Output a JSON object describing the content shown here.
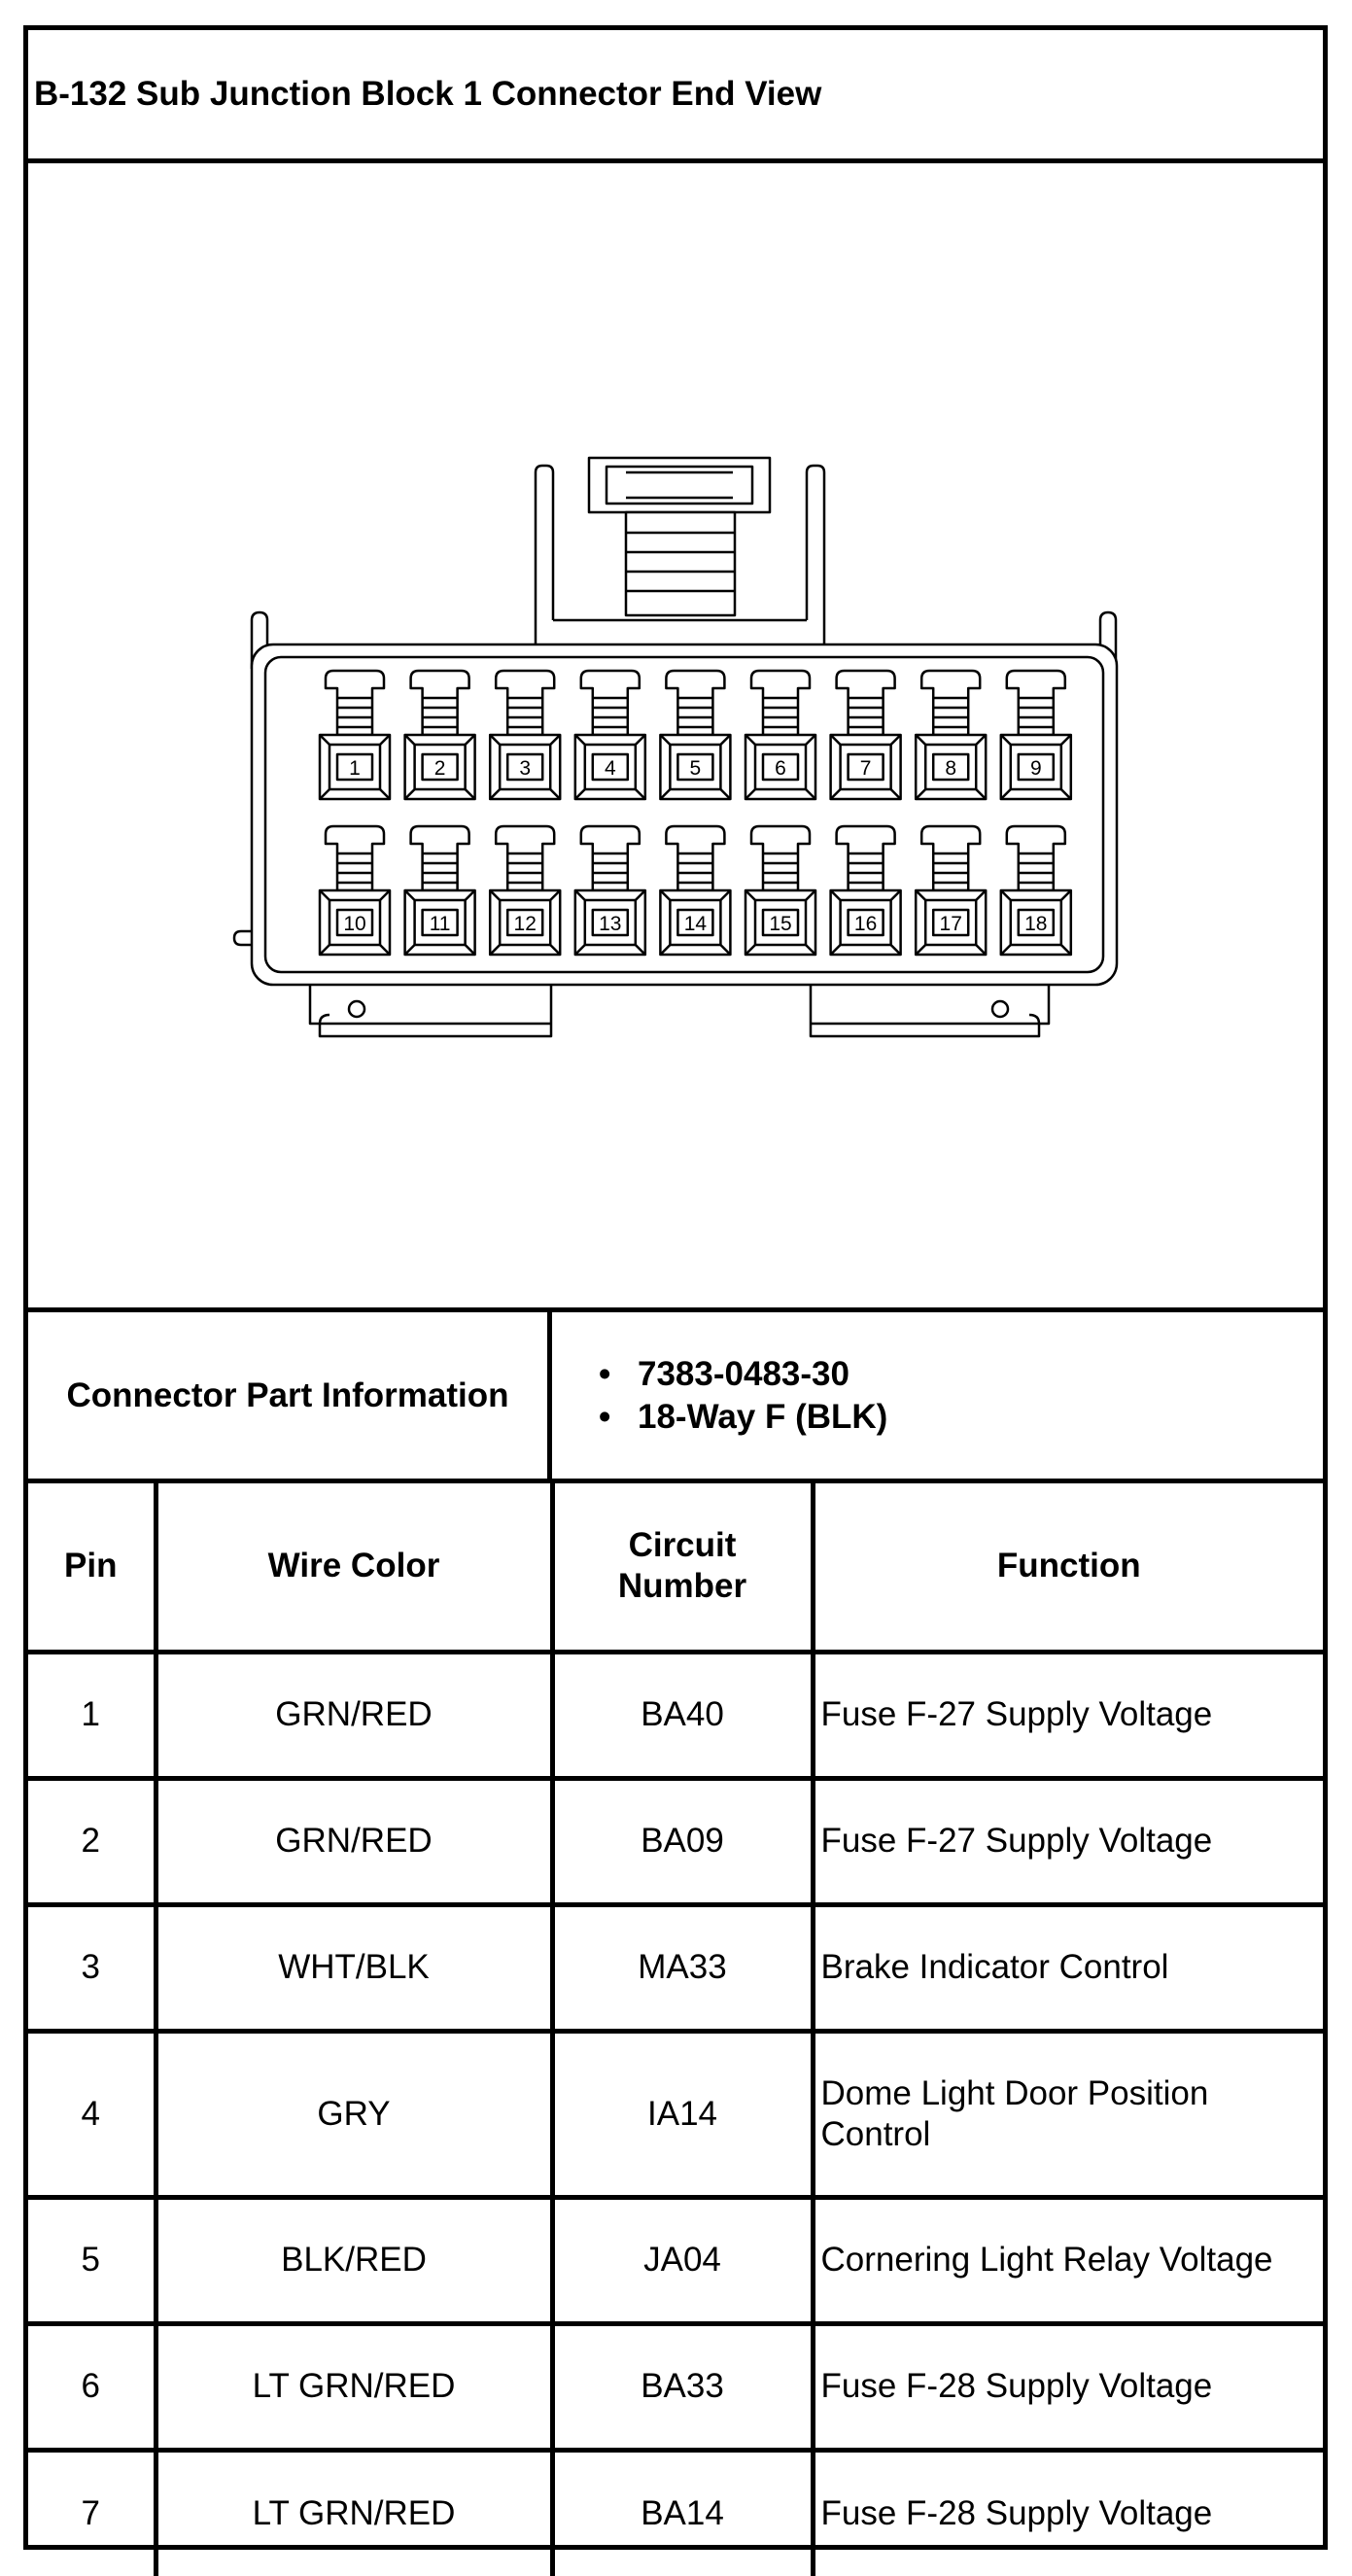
{
  "title": "B-132 Sub Junction Block 1 Connector End View",
  "connector": {
    "terminal_labels": [
      "1",
      "2",
      "3",
      "4",
      "5",
      "6",
      "7",
      "8",
      "9",
      "10",
      "11",
      "12",
      "13",
      "14",
      "15",
      "16",
      "17",
      "18"
    ]
  },
  "part_info": {
    "label": "Connector Part Information",
    "items": [
      "7383-0483-30",
      "18-Way F (BLK)"
    ]
  },
  "table": {
    "headers": [
      "Pin",
      "Wire Color",
      "Circuit Number",
      "Function"
    ],
    "rows": [
      {
        "pin": "1",
        "wire_color": "GRN/RED",
        "circuit": "BA40",
        "function": "Fuse F-27 Supply Voltage"
      },
      {
        "pin": "2",
        "wire_color": "GRN/RED",
        "circuit": "BA09",
        "function": "Fuse F-27 Supply Voltage"
      },
      {
        "pin": "3",
        "wire_color": "WHT/BLK",
        "circuit": "MA33",
        "function": "Brake Indicator Control"
      },
      {
        "pin": "4",
        "wire_color": "GRY",
        "circuit": "IA14",
        "function": "Dome Light Door Position Control"
      },
      {
        "pin": "5",
        "wire_color": "BLK/RED",
        "circuit": "JA04",
        "function": "Cornering Light Relay Voltage"
      },
      {
        "pin": "6",
        "wire_color": "LT GRN/RED",
        "circuit": "BA33",
        "function": "Fuse F-28 Supply Voltage"
      },
      {
        "pin": "7",
        "wire_color": "LT GRN/RED",
        "circuit": "BA14",
        "function": "Fuse F-28 Supply Voltage"
      }
    ]
  }
}
